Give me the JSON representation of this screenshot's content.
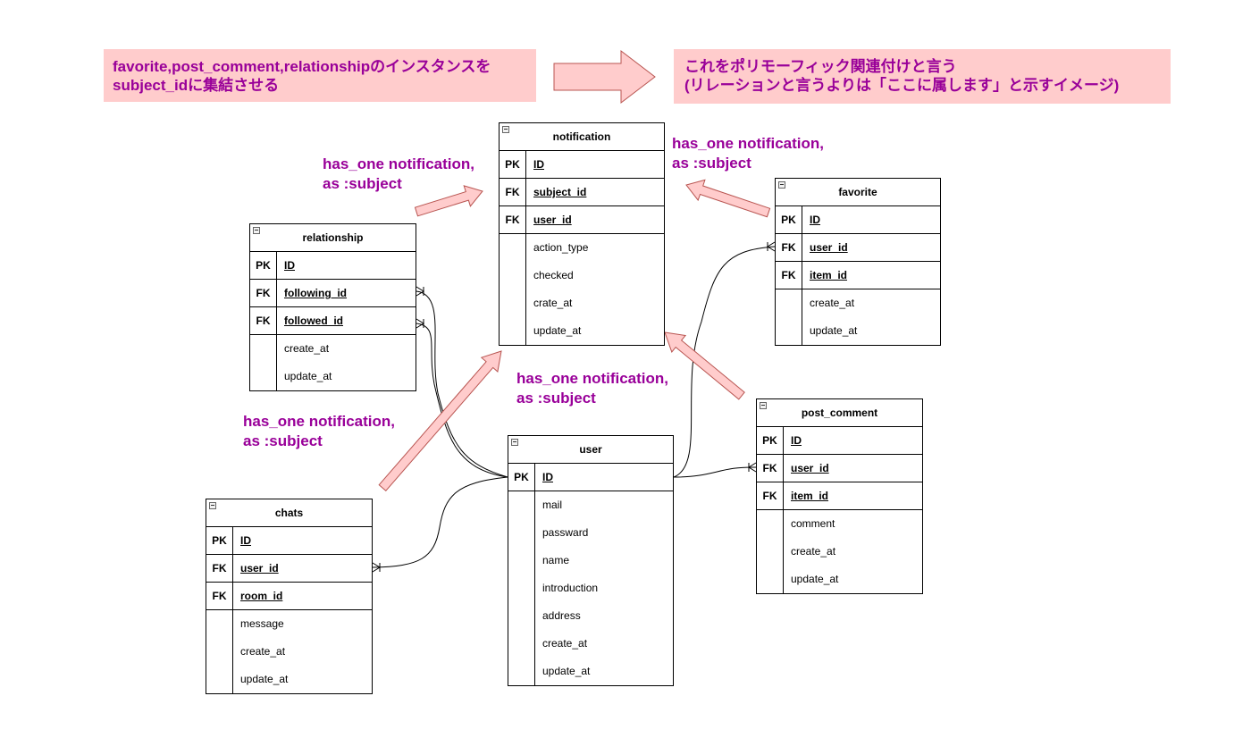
{
  "notes": {
    "left": {
      "line1": "favorite,post_comment,relationshipのインスタンスを",
      "line2": "subject_idに集結させる"
    },
    "right": {
      "line1": "これをポリモーフィック関連付けと言う",
      "line2": "(リレーションと言うよりは「ここに属します」と示すイメージ)"
    }
  },
  "labels": {
    "line1": "has_one notification,",
    "line2": "as :subject"
  },
  "entities": {
    "notification": {
      "name": "notification",
      "keys": [
        {
          "type": "PK",
          "name": "ID"
        },
        {
          "type": "FK",
          "name": "subject_id"
        },
        {
          "type": "FK",
          "name": "user_id"
        }
      ],
      "attributes": [
        "action_type",
        "checked",
        "crate_at",
        "update_at"
      ]
    },
    "favorite": {
      "name": "favorite",
      "keys": [
        {
          "type": "PK",
          "name": "ID"
        },
        {
          "type": "FK",
          "name": "user_id"
        },
        {
          "type": "FK",
          "name": "item_id"
        }
      ],
      "attributes": [
        "create_at",
        "update_at"
      ]
    },
    "relationship": {
      "name": "relationship",
      "keys": [
        {
          "type": "PK",
          "name": "ID"
        },
        {
          "type": "FK",
          "name": "following_id"
        },
        {
          "type": "FK",
          "name": "followed_id"
        }
      ],
      "attributes": [
        "create_at",
        "update_at"
      ]
    },
    "post_comment": {
      "name": "post_comment",
      "keys": [
        {
          "type": "PK",
          "name": "ID"
        },
        {
          "type": "FK",
          "name": "user_id"
        },
        {
          "type": "FK",
          "name": "item_id"
        }
      ],
      "attributes": [
        "comment",
        "create_at",
        "update_at"
      ]
    },
    "user": {
      "name": "user",
      "keys": [
        {
          "type": "PK",
          "name": "ID"
        }
      ],
      "attributes": [
        "mail",
        "passward",
        "name",
        "introduction",
        "address",
        "create_at",
        "update_at"
      ]
    },
    "chats": {
      "name": "chats",
      "keys": [
        {
          "type": "PK",
          "name": "ID"
        },
        {
          "type": "FK",
          "name": "user_id"
        },
        {
          "type": "FK",
          "name": "room_id"
        }
      ],
      "attributes": [
        "message",
        "create_at",
        "update_at"
      ]
    }
  },
  "colors": {
    "note_fill": "#ffcccc",
    "label_text": "#990099",
    "arrow_fill": "#ffcccc",
    "arrow_stroke": "#b85450"
  }
}
